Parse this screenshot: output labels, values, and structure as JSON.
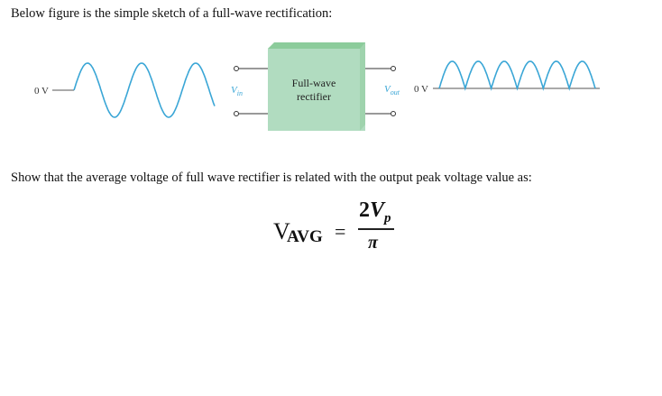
{
  "intro_text": "Below figure is the simple sketch of a full-wave rectification:",
  "figure": {
    "input_ref_label": "0 V",
    "input_symbol": "V",
    "input_symbol_sub": "in",
    "box_line1": "Full-wave",
    "box_line2": "rectifier",
    "output_symbol": "V",
    "output_symbol_sub": "out",
    "output_ref_label": "0 V",
    "wave_color": "#3aa6d6",
    "box_color": "#b1dcc0",
    "box_top_color": "#7ec08f"
  },
  "question_text": "Show that the average voltage of full wave rectifier is related with the output peak voltage value as:",
  "formula": {
    "lhs_symbol": "V",
    "lhs_subscript": "AVG",
    "equals": "=",
    "numerator_coeff": "2",
    "numerator_symbol": "V",
    "numerator_sub": "p",
    "denominator": "π"
  }
}
